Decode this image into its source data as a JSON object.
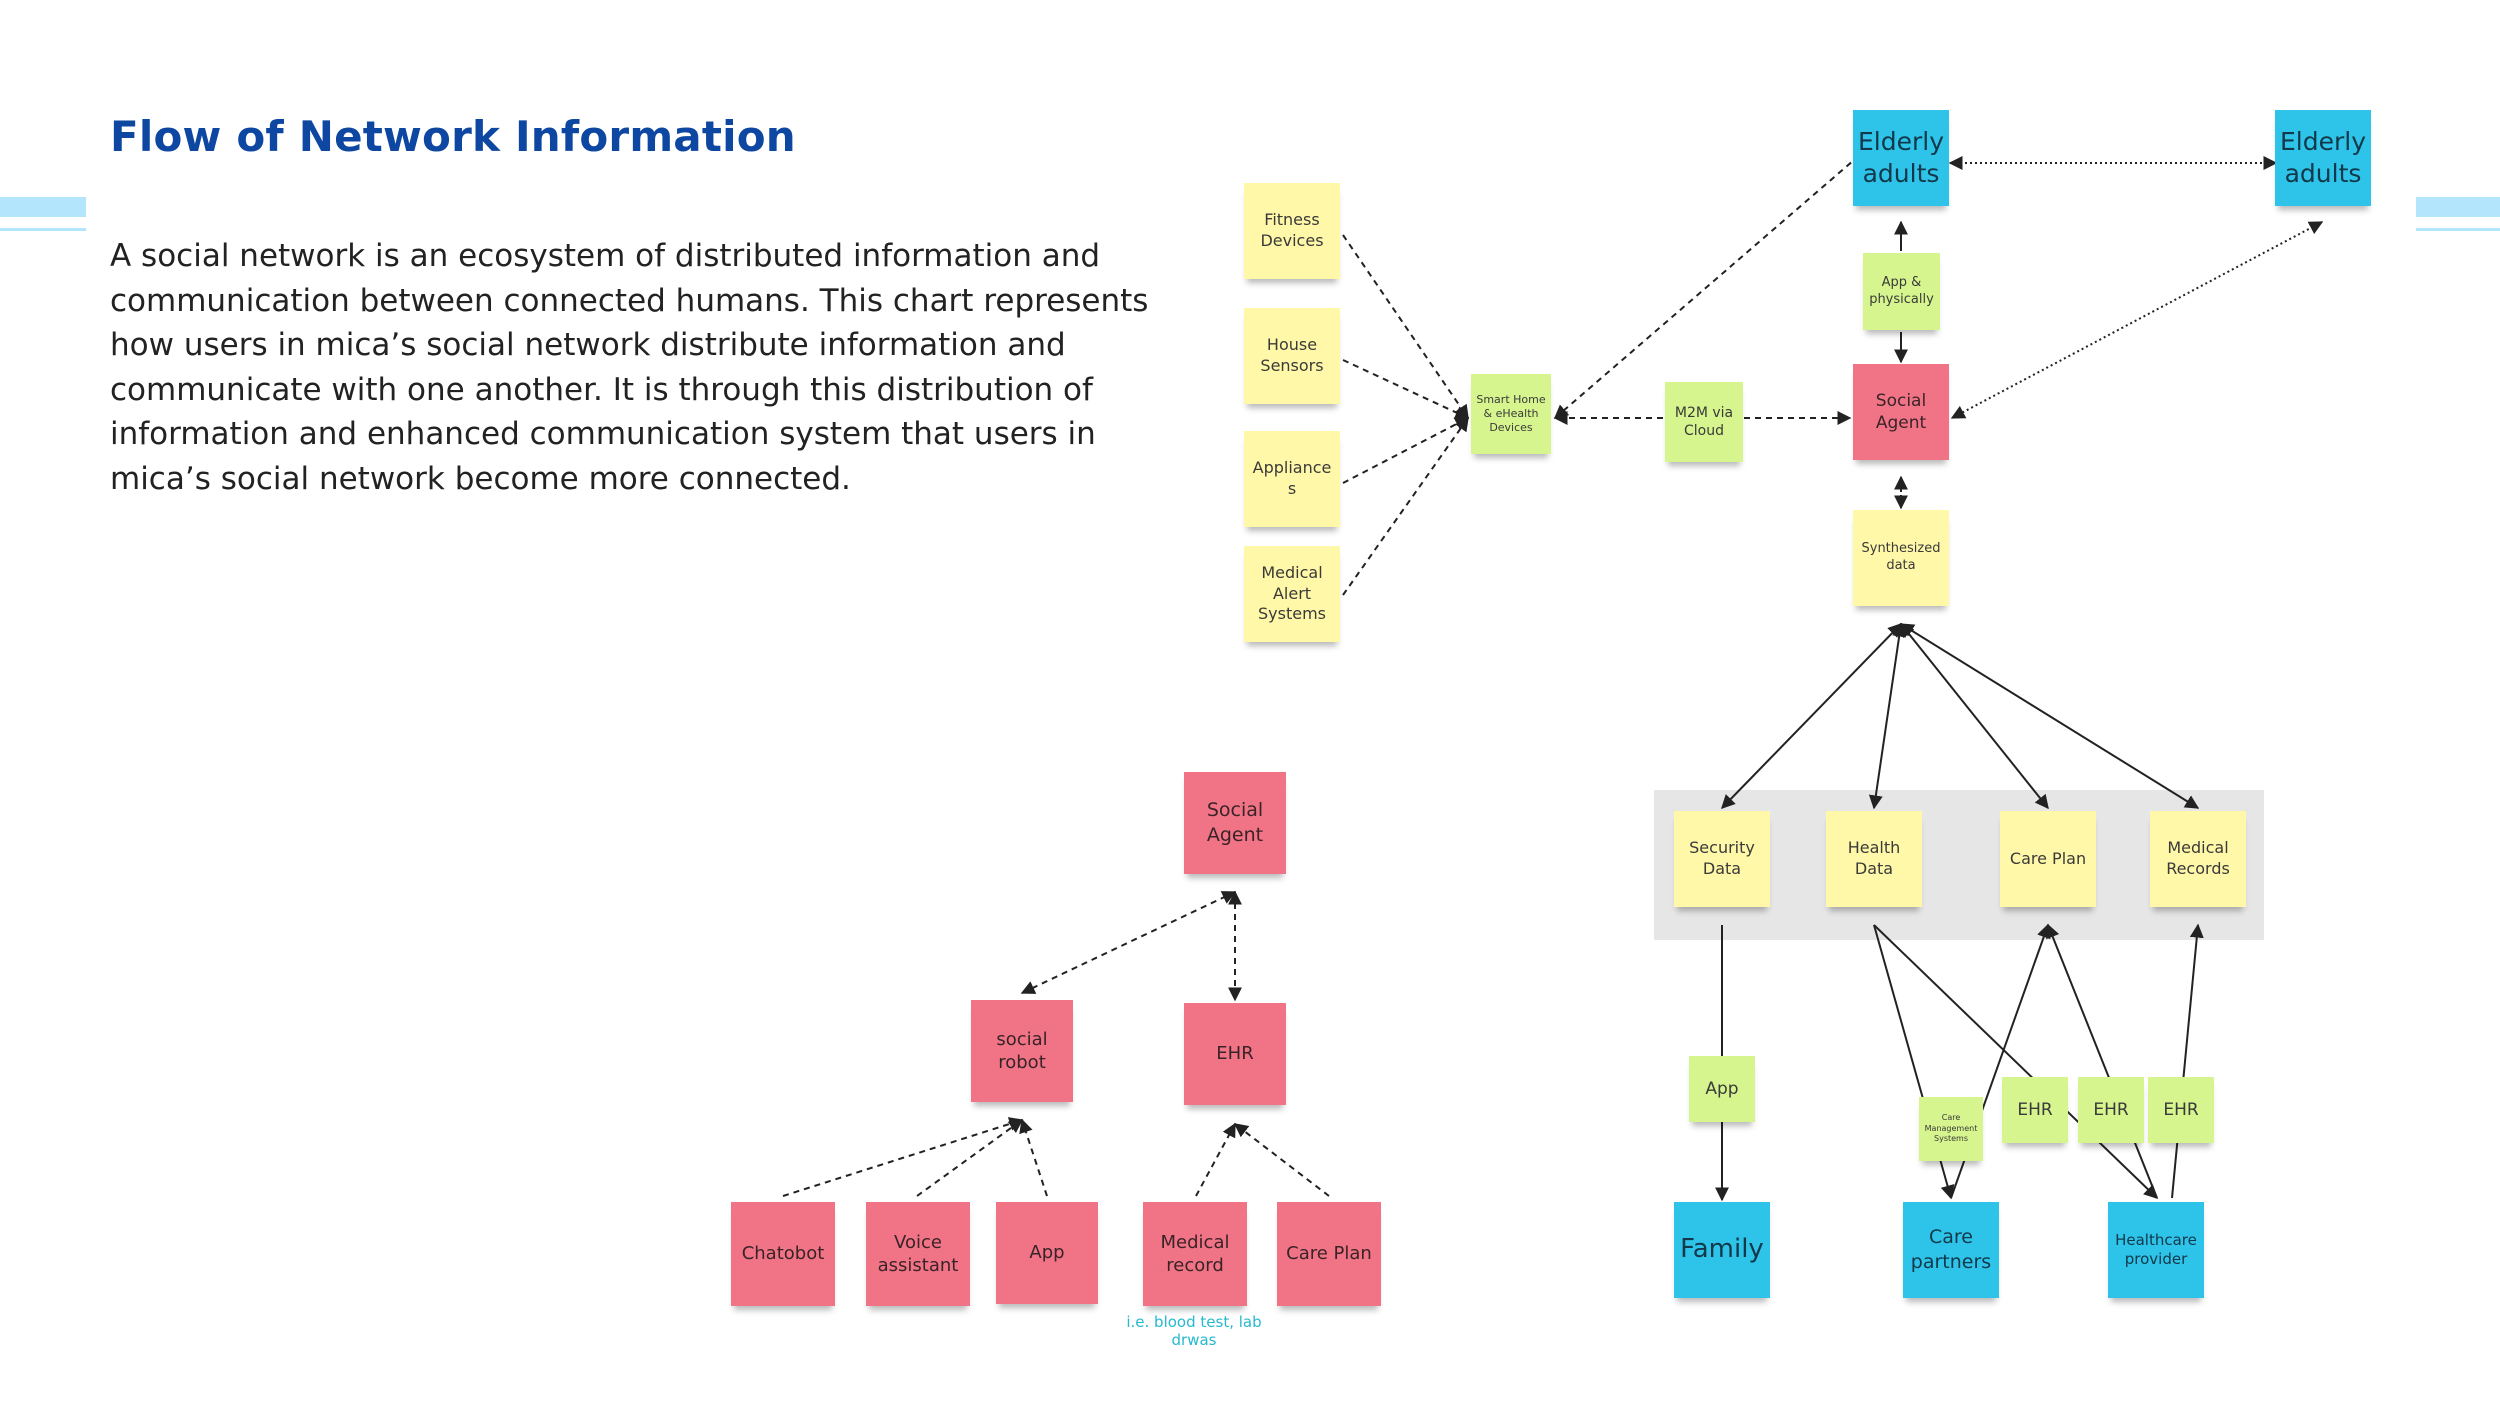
{
  "slide": {
    "title": "Flow of Network Information",
    "body": "A social network is an ecosystem of distributed information and communication between connected humans. This chart represents how users in mica’s social network distribute information and communicate with one another. It is through this distribution of information and enhanced communication system that users in mica’s social network become more connected."
  },
  "colors": {
    "title": "#0d47a1",
    "yellow_note": "#fff8a8",
    "green_note": "#d6f58e",
    "pink_note": "#f07486",
    "blue_note": "#2ec4ea",
    "group_background": "#e6e6e6",
    "accent_stripe": "#b3e5fc"
  },
  "notes": {
    "fitness": "Fitness Devices",
    "house": "House Sensors",
    "appliances": "Appliance s",
    "medical_alert": "Medical Alert Systems",
    "smart_home": "Smart Home & eHealth Devices",
    "m2m": "M2M via Cloud",
    "elderly_1": "Elderly adults",
    "elderly_2": "Elderly adults",
    "app_physically": "App & physically",
    "social_agent_top": "Social Agent",
    "synthesized": "Synthesized data",
    "security_data": "Security Data",
    "health_data": "Health Data",
    "care_plan_group": "Care Plan",
    "medical_records": "Medical Records",
    "app_family": "App",
    "care_mgmt": "Care Management Systems",
    "ehr_1": "EHR",
    "ehr_2": "EHR",
    "ehr_3": "EHR",
    "family": "Family",
    "care_partners": "Care partners",
    "healthcare_provider": "Healthcare provider",
    "social_agent_bottom": "Social Agent",
    "social_robot": "social robot",
    "ehr_bottom": "EHR",
    "chatbot": "Chatobot",
    "voice_assistant": "Voice assistant",
    "app_bottom": "App",
    "medical_record": "Medical record",
    "care_plan_bottom": "Care Plan"
  },
  "caption": "i.e. blood test, lab drwas"
}
